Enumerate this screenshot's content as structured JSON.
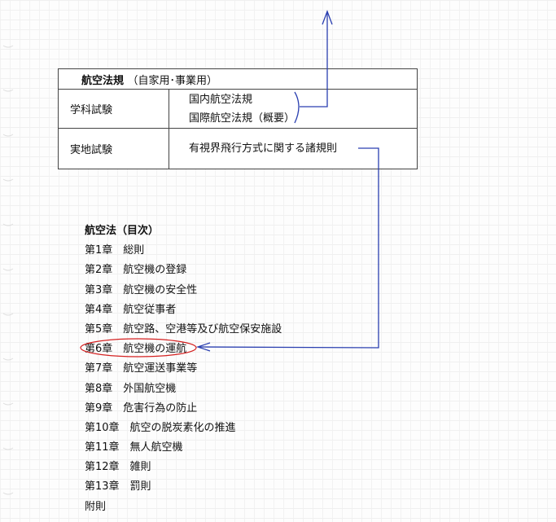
{
  "table": {
    "title": "航空法規",
    "title_sub": "（自家用･事業用）",
    "rows": [
      {
        "label": "学科試験",
        "items": [
          "国内航空法規",
          "国際航空法規（概要）"
        ]
      },
      {
        "label": "実地試験",
        "items": [
          "有視界飛行方式に関する諸規則"
        ]
      }
    ]
  },
  "toc": {
    "heading": "航空法（目次）",
    "items": [
      "第1章　総則",
      "第2章　航空機の登録",
      "第3章　航空機の安全性",
      "第4章　航空従事者",
      "第5章　航空路、空港等及び航空保安施設",
      "第6章　航空機の運航",
      "第7章　航空運送事業等",
      "第8章　外国航空機",
      "第9章　危害行為の防止",
      "第10章　航空の脱炭素化の推進",
      "第11章　無人航空機",
      "第12章　雑則",
      "第13章　罰則",
      "附則"
    ],
    "highlighted_index": 5
  },
  "colors": {
    "annotation_blue": "#2a3fb0",
    "annotation_red": "#d42020"
  }
}
